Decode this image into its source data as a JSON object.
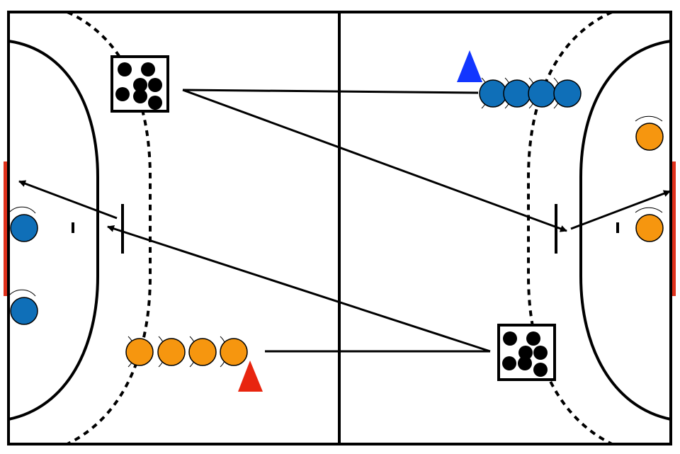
{
  "diagram": {
    "kind": "handball-drill",
    "court": {
      "line_color": "#000000",
      "goal_color": "#e0311b",
      "background": "#ffffff"
    },
    "team_colors": {
      "blue": "#0f6fb8",
      "orange": "#f6960f",
      "ball": "#000000"
    },
    "cone_colors": {
      "blue": "#1236ff",
      "red": "#e8250f"
    },
    "player_queues": [
      {
        "name": "blue-queue-right-half",
        "team": "blue",
        "count": 4
      },
      {
        "name": "orange-queue-left-half",
        "team": "orange",
        "count": 4
      }
    ],
    "goalkeepers": [
      {
        "name": "blue-goalkeeper-top",
        "team": "blue"
      },
      {
        "name": "blue-goalkeeper-bottom",
        "team": "blue"
      },
      {
        "name": "orange-goalkeeper-top",
        "team": "orange"
      },
      {
        "name": "orange-goalkeeper-bottom",
        "team": "orange"
      }
    ],
    "ball_boxes": [
      {
        "name": "ball-box-top-left",
        "balls": 7
      },
      {
        "name": "ball-box-bottom-right",
        "balls": 7
      }
    ],
    "cones": [
      {
        "name": "blue-cone",
        "color": "blue"
      },
      {
        "name": "red-cone",
        "color": "red"
      }
    ]
  }
}
